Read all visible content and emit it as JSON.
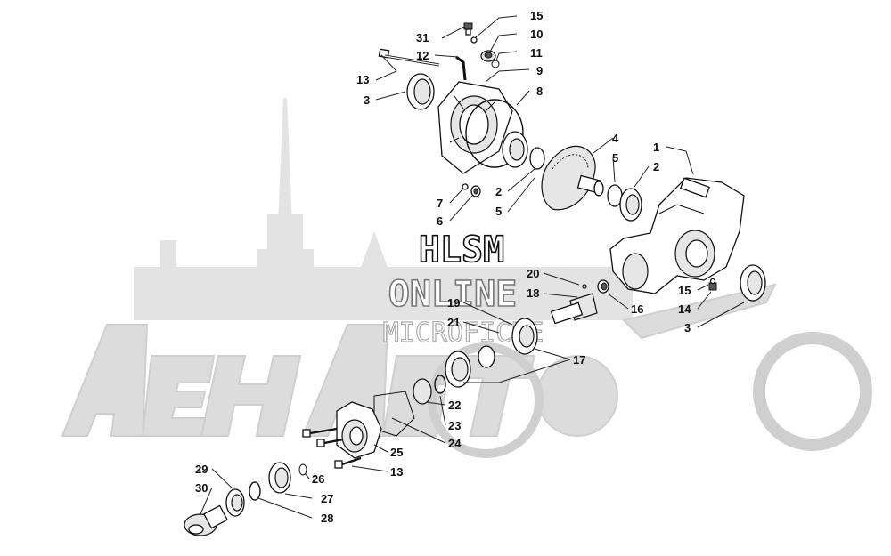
{
  "watermark": {
    "hlsm": [
      "HLSM",
      "ONLINE",
      "MICROFICHE"
    ],
    "brand": "АенАвто"
  },
  "callouts": [
    {
      "id": "c31",
      "text": "31"
    },
    {
      "id": "c15a",
      "text": "15"
    },
    {
      "id": "c10",
      "text": "10"
    },
    {
      "id": "c12",
      "text": "12"
    },
    {
      "id": "c11",
      "text": "11"
    },
    {
      "id": "c13a",
      "text": "13"
    },
    {
      "id": "c9",
      "text": "9"
    },
    {
      "id": "c3a",
      "text": "3"
    },
    {
      "id": "c8",
      "text": "8"
    },
    {
      "id": "c4",
      "text": "4"
    },
    {
      "id": "c1",
      "text": "1"
    },
    {
      "id": "c5a",
      "text": "5"
    },
    {
      "id": "c2a",
      "text": "2"
    },
    {
      "id": "c7",
      "text": "7"
    },
    {
      "id": "c2b",
      "text": "2"
    },
    {
      "id": "c6",
      "text": "6"
    },
    {
      "id": "c5b",
      "text": "5"
    },
    {
      "id": "c20",
      "text": "20"
    },
    {
      "id": "c18",
      "text": "18"
    },
    {
      "id": "c19",
      "text": "19"
    },
    {
      "id": "c21",
      "text": "21"
    },
    {
      "id": "c15b",
      "text": "15"
    },
    {
      "id": "c16",
      "text": "16"
    },
    {
      "id": "c14",
      "text": "14"
    },
    {
      "id": "c3b",
      "text": "3"
    },
    {
      "id": "c17",
      "text": "17"
    },
    {
      "id": "c22",
      "text": "22"
    },
    {
      "id": "c23",
      "text": "23"
    },
    {
      "id": "c24",
      "text": "24"
    },
    {
      "id": "c25",
      "text": "25"
    },
    {
      "id": "c13b",
      "text": "13"
    },
    {
      "id": "c29",
      "text": "29"
    },
    {
      "id": "c26",
      "text": "26"
    },
    {
      "id": "c30",
      "text": "30"
    },
    {
      "id": "c27",
      "text": "27"
    },
    {
      "id": "c28",
      "text": "28"
    }
  ],
  "colors": {
    "ink": "#111111",
    "watermark": "#d9d9d9",
    "watermark_text": "#bfbfbf"
  }
}
